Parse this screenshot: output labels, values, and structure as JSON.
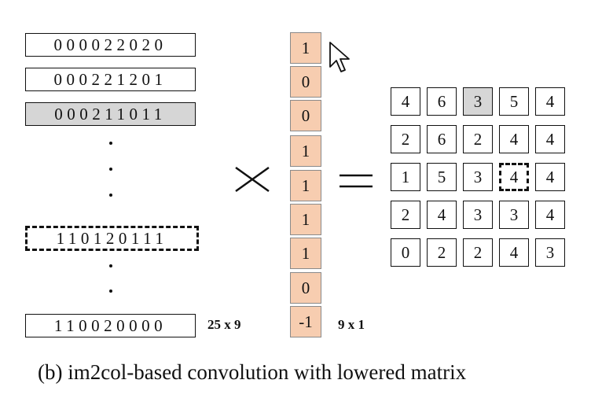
{
  "lowered_matrix": {
    "rows_top": [
      "000022020",
      "000221201",
      "000211011"
    ],
    "row_highlight": "110120111",
    "row_last": "110020000",
    "dims": "25 x 9"
  },
  "kernel_vector": {
    "values": [
      "1",
      "0",
      "0",
      "1",
      "1",
      "1",
      "1",
      "0",
      "-1"
    ],
    "dims": "9 x 1"
  },
  "output_matrix": {
    "rows": [
      [
        "4",
        "6",
        "3",
        "5",
        "4"
      ],
      [
        "2",
        "6",
        "2",
        "4",
        "4"
      ],
      [
        "1",
        "5",
        "3",
        "4",
        "4"
      ],
      [
        "2",
        "4",
        "3",
        "3",
        "4"
      ],
      [
        "0",
        "2",
        "2",
        "4",
        "3"
      ]
    ]
  },
  "operators": {
    "multiply": "times-sign",
    "equals": "equals-sign"
  },
  "cursor": "arrow-cursor-icon",
  "caption": "(b) im2col-based convolution with lowered matrix",
  "colors": {
    "kernel_fill": "#f7cdb0",
    "highlight_gray": "#d6d6d6"
  }
}
